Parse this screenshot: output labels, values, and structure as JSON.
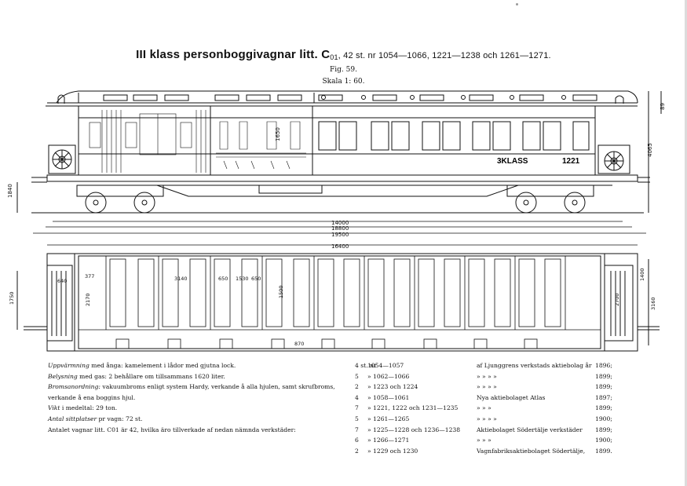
{
  "heading": {
    "title": "III klass personboggivagnar litt. C",
    "title_sub": "01",
    "title_rest": ", 42 st. nr 1054—1066, 1221—1238 och 1261—1271.",
    "figure": "Fig. 59.",
    "scale": "Skala 1: 60."
  },
  "drawing": {
    "side_labels": {
      "class_text": "3KLASS",
      "car_number": "1221"
    },
    "dimensions_side": [
      "14000",
      "18800",
      "19500",
      "16400",
      "4065",
      "1840",
      "1650",
      "89"
    ],
    "dimensions_plan": [
      "1750",
      "1400",
      "3160",
      "3140",
      "377",
      "650",
      "1530",
      "1500",
      "650",
      "870",
      "2170",
      "640",
      "2700"
    ]
  },
  "notes": {
    "heating_label": "Uppvärmning",
    "heating_text": " med ånga: kamelement i lådor med gjutna lock.",
    "lighting_label": "Belysning",
    "lighting_text": " med gas: 2 behållare om tillsammans 1620 liter.",
    "brake_label": "Bromsanordning:",
    "brake_text": " vakuumbroms enligt system Hardy, verkande å alla hjulen, samt skrufbroms, verkande å ena boggins hjul.",
    "weight_label": "Vikt",
    "weight_text": " i medeltal: 29 ton.",
    "seats_label": "Antal sittplatser",
    "seats_text": " pr vagn: 72 st.",
    "count_text": "Antalet vagnar litt. C01 är 42, hvilka äro tillverkade af nedan nämnda verkstäder:"
  },
  "factories": [
    {
      "count": "4 st. nr",
      "numbers": "1054—1057",
      "works": "af Ljunggrens verkstads aktiebolag år",
      "year": "1896;"
    },
    {
      "count": "5",
      "numbers": "» 1062—1066",
      "works": "»              »              »              »",
      "year": "1899;"
    },
    {
      "count": "2",
      "numbers": "» 1223 och 1224",
      "works": "»              »              »              »",
      "year": "1899;"
    },
    {
      "count": "4",
      "numbers": "» 1058—1061",
      "works": "Nya aktiebolaget Atlas",
      "year": "1897;"
    },
    {
      "count": "7",
      "numbers": "» 1221, 1222 och 1231—1235",
      "works": "»              »              »",
      "year": "1899;"
    },
    {
      "count": "5",
      "numbers": "» 1261—1265",
      "works": "»              »              »              »",
      "year": "1900;"
    },
    {
      "count": "7",
      "numbers": "» 1225—1228 och 1236—1238",
      "works": "Aktiebolaget Södertälje verkstäder",
      "year": "1899;"
    },
    {
      "count": "6",
      "numbers": "» 1266—1271",
      "works": "»              »              »",
      "year": "1900;"
    },
    {
      "count": "2",
      "numbers": "» 1229 och 1230",
      "works": "Vagnfabriksaktiebolaget Södertälje,",
      "year": "1899."
    }
  ]
}
